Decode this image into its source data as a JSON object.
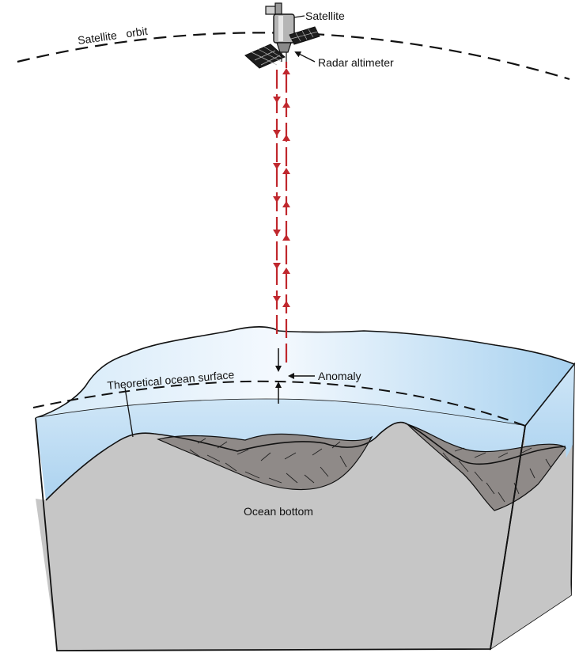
{
  "labels": {
    "satellite": "Satellite",
    "satellite_orbit": "Satellite orbit",
    "radar_altimeter": "Radar altimeter",
    "theoretical_ocean_surface": "Theoretical ocean surface",
    "anomaly": "Anomaly",
    "ocean_bottom": "Ocean bottom"
  },
  "colors": {
    "radar_signal": "#c0272d",
    "seafloor": "#c6c6c6",
    "rock": "#8f8a88",
    "water_light": "#eaf4fc",
    "water_dark": "#a9d3f0",
    "outline": "#111111"
  }
}
